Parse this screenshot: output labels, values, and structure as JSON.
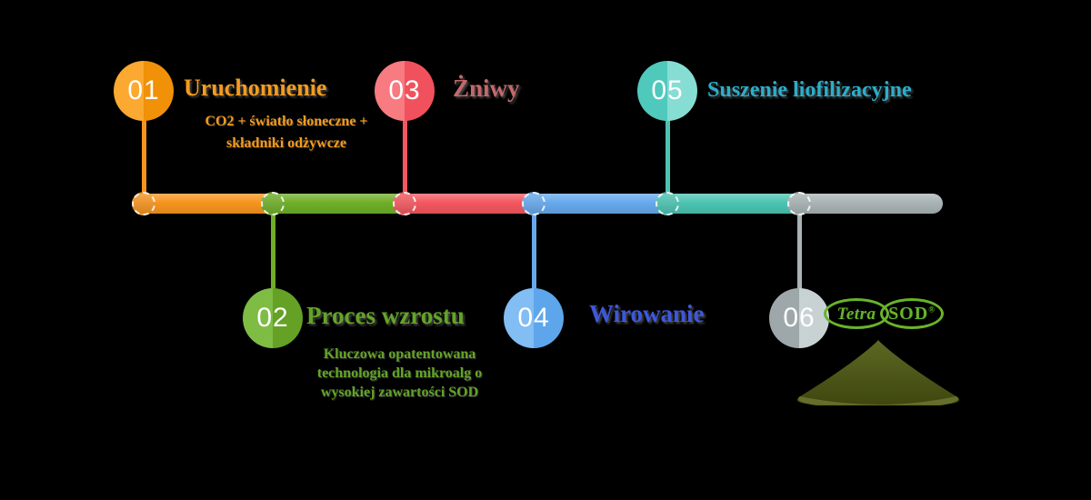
{
  "canvas": {
    "background": "#000000"
  },
  "steps": [
    {
      "number": "01",
      "title": "Uruchomienie",
      "subtitle_lines": [
        "CO2 + światło słoneczne +",
        "składniki odżywcze"
      ],
      "position": "top",
      "accent": "#F7941E",
      "circle_left": "#FBA931",
      "circle_right": "#F09108",
      "title_color": "#F59B1E"
    },
    {
      "number": "02",
      "title": "Proces wzrostu",
      "subtitle_lines": [
        "Kluczowa opatentowana",
        "technologia dla mikroalg o",
        "wysokiej zawartości SOD"
      ],
      "position": "bottom",
      "accent": "#6FAF28",
      "circle_left": "#7FBC43",
      "circle_right": "#64A125",
      "title_color": "#63A426"
    },
    {
      "number": "03",
      "title": "Żniwy",
      "subtitle_lines": [],
      "position": "top",
      "accent": "#F4575F",
      "circle_left": "#F77B81",
      "circle_right": "#F1515C",
      "title_color": "#C4686C"
    },
    {
      "number": "04",
      "title": "Wirowanie",
      "subtitle_lines": [],
      "position": "bottom",
      "accent": "#66A9ED",
      "circle_left": "#82BDF3",
      "circle_right": "#5EA6EC",
      "title_color": "#3D58DC"
    },
    {
      "number": "05",
      "title": "Suszenie liofilizacyjne",
      "subtitle_lines": [],
      "position": "top",
      "accent": "#4CC4B2",
      "circle_left": "#4FC9BB",
      "circle_right": "#86DDD3",
      "title_color": "#2BAECB"
    },
    {
      "number": "06",
      "title": "TetraSOD",
      "subtitle_lines": [],
      "position": "bottom",
      "accent": "#A9B3B5",
      "circle_left": "#9EA8AA",
      "circle_right": "#C8D2D3",
      "title_color": "#5FA826"
    }
  ],
  "logo": {
    "part1": "Tetra",
    "part2": "SOD",
    "registered": "®",
    "color": "#69B32B"
  },
  "powder": {
    "name": "green-algae-powder-pile",
    "color_top": "#5D6823",
    "color_bottom": "#3F470F",
    "color_rim": "#6D7430"
  }
}
